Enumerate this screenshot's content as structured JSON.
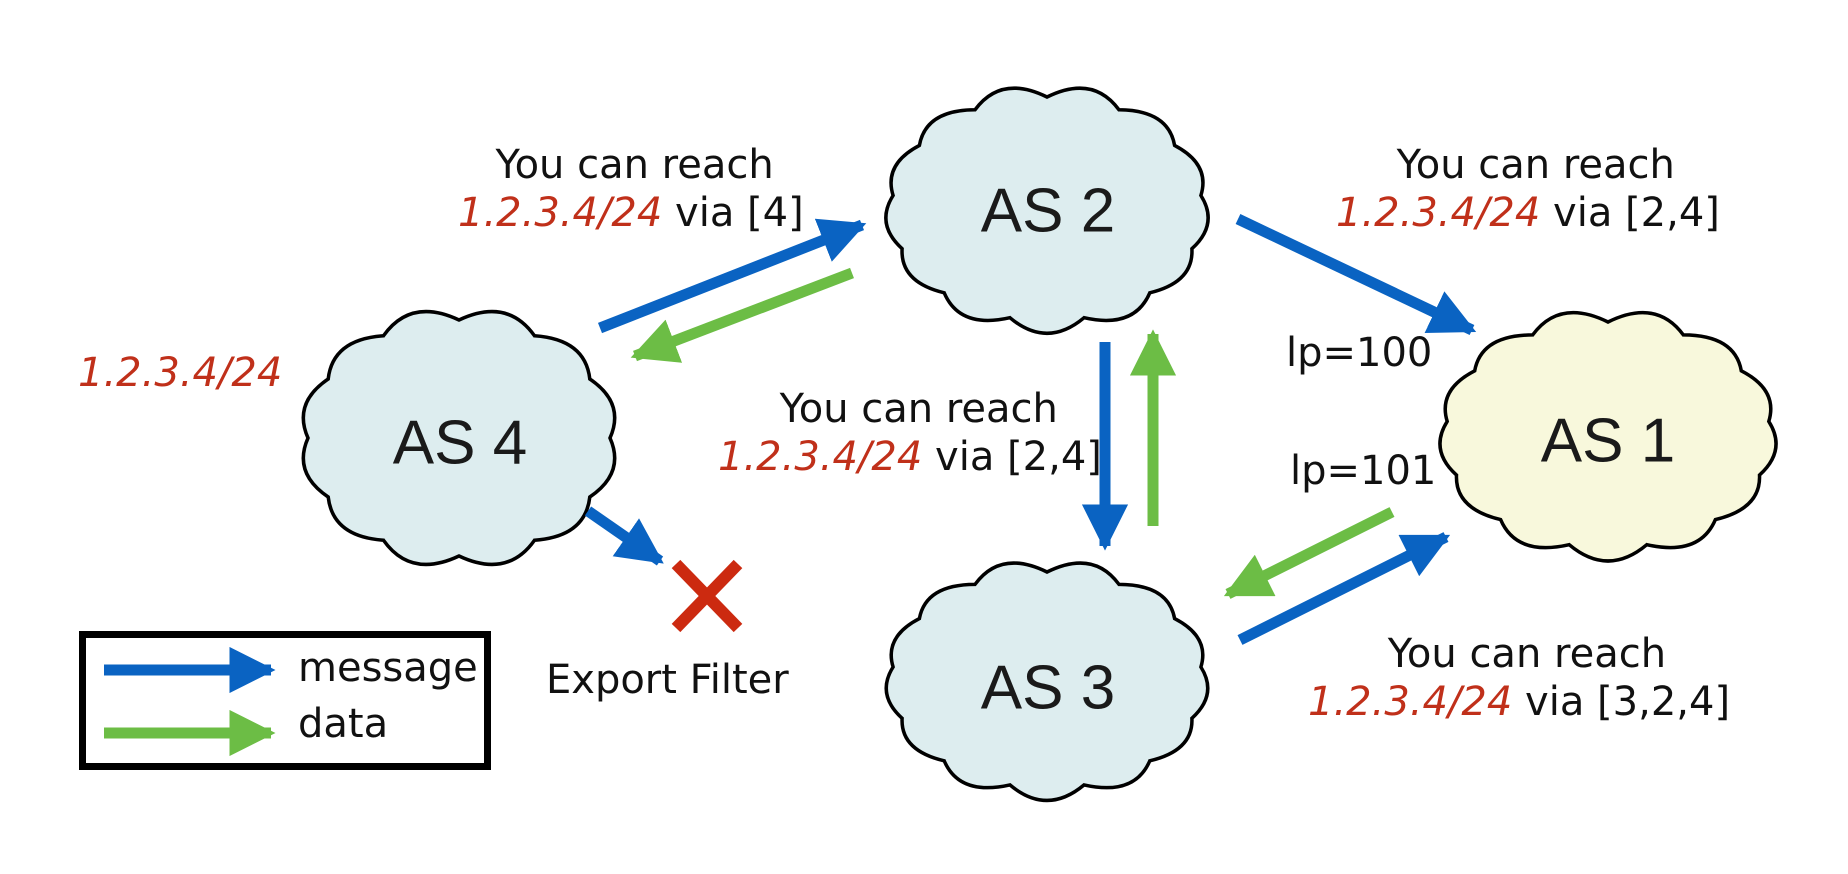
{
  "colors": {
    "message": "#0a63c2",
    "data": "#6cbd45",
    "prefix": "#c0301a",
    "cloud_default": "#ddedef",
    "cloud_as1": "#f8f8dc",
    "filter_x": "#cc2a10"
  },
  "nodes": {
    "as4": {
      "label": "AS 4"
    },
    "as2": {
      "label": "AS 2"
    },
    "as3": {
      "label": "AS 3"
    },
    "as1": {
      "label": "AS 1"
    }
  },
  "origin_prefix": "1.2.3.4/24",
  "announcements": {
    "as4_to_as2": {
      "text": "You can reach",
      "prefix": "1.2.3.4/24",
      "via": "via [4]"
    },
    "as2_to_as1": {
      "text": "You can reach",
      "prefix": "1.2.3.4/24",
      "via": "via [2,4]"
    },
    "as2_to_as3": {
      "text": "You can reach",
      "prefix": "1.2.3.4/24",
      "via": "via [2,4]"
    },
    "as3_to_as1": {
      "text": "You can reach",
      "prefix": "1.2.3.4/24",
      "via": "via [3,2,4]"
    }
  },
  "local_pref": {
    "from_as2": "lp=100",
    "from_as3": "lp=101"
  },
  "export_filter": {
    "label": "Export Filter",
    "icon": "x-mark-icon"
  },
  "legend": {
    "message": "message",
    "data": "data"
  }
}
